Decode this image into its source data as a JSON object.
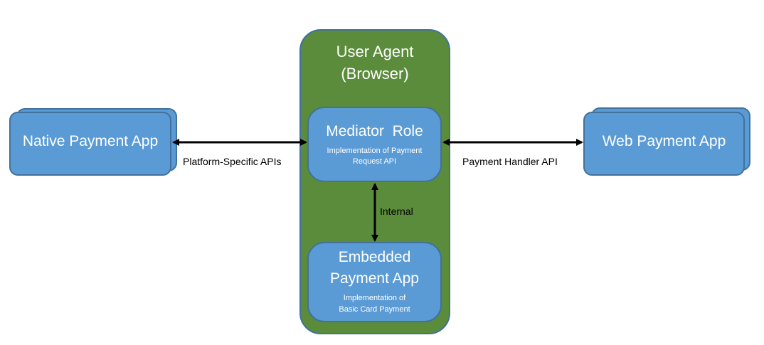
{
  "user_agent": {
    "title_line1": "User Agent",
    "title_line2": "(Browser)"
  },
  "mediator": {
    "title": "Mediator  Role",
    "subtitle_line1": "Implementation of Payment",
    "subtitle_line2": "Request API"
  },
  "embedded": {
    "title_line1": "Embedded",
    "title_line2": "Payment App",
    "subtitle_line1": "Implementation of",
    "subtitle_line2": "Basic Card Payment"
  },
  "native_app": {
    "label": "Native Payment App"
  },
  "web_app": {
    "label": "Web Payment App"
  },
  "connections": {
    "platform": "Platform-Specific APIs",
    "handler": "Payment Handler API",
    "internal": "Internal"
  },
  "colors": {
    "box_fill": "#5b9bd5",
    "box_border": "#41719c",
    "container_fill": "#5b8c3b",
    "arrow": "#000000"
  }
}
